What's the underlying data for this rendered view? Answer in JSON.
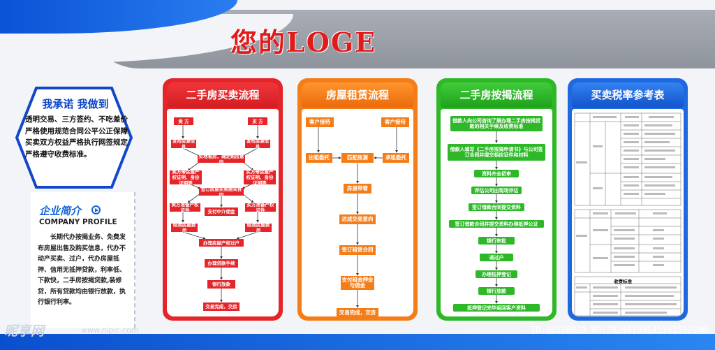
{
  "header": {
    "title": "您的LOGE"
  },
  "promise": {
    "title": "我承诺 我做到",
    "text": "透明交易、三方签约、不吃差价严格使用规范合同公平公正保障买卖双方权益严格执行网签规定严格遵守收费标准。"
  },
  "profile": {
    "title": "企业简介",
    "subtitle": "COMPANY PROFILE",
    "text": "长期代办按揭业务、免费发布房屋出售及购买信息，代办不动产买卖、过户，代办房屋抵押、信用无抵押贷款，利率低、下款快，二手房按揭贷款,装修贷，所有贷款均由银行放款，执行银行利率。"
  },
  "cards": {
    "sale": {
      "title": "二手房买卖流程",
      "seller": "卖 方",
      "buyer": "买 方",
      "seller_post": "发布房源信息",
      "buyer_post": "发布房源信息",
      "survey": "实地看房，确定购房意向",
      "seller_docs": "卖方带房屋产权证明、身份证明等",
      "buyer_docs": "买方带房屋产权证明、身份证明等",
      "sign": "签订房屋买卖居间合同",
      "seller_prep": "卖方准备产权证件",
      "buyer_prep": "买方准备产权证件",
      "deposit": "支付中介佣金",
      "seller_fee": "结清房屋费用",
      "buyer_fee": "结清房屋费用",
      "transfer": "办理房屋产权过户",
      "loan": "办理贷款手续",
      "bank": "银行放款",
      "done": "交易完成，交房"
    },
    "rent": {
      "title": "房屋租赁流程",
      "client_left": "客户接待",
      "client_right": "客户接待",
      "lease_out": "出租委托",
      "match": "匹配房源",
      "lease_in": "承租委托",
      "viewing": "房屋带看",
      "intent": "达成交易意向",
      "contract": "签订租赁合同",
      "pay": "支付租金押金与佣金",
      "done": "交易完成，交房"
    },
    "mortgage": {
      "title": "二手房按揭流程",
      "steps": [
        "借款人向公司咨询了解办理二手房按揭贷款的相关手续及收费标准",
        "借款人填写《二手房按揭申请书》与公司签订合同并提交相应证件和材料",
        "资料齐全初审",
        "评估公司出现场评估",
        "签订借款合同提交资料",
        "签订借款合同并提交资料办理抵押公证",
        "银行审批",
        "递过户",
        "办理抵押登记",
        "银行放款",
        "抵押登记完毕返回客户资料"
      ]
    },
    "tax": {
      "title": "买卖税率参考表",
      "fee_title": "收费标准"
    }
  },
  "footer": {
    "watermark": "昵享网",
    "watermark_url": "www.nipic.com",
    "id": "ID:35120029 NO:20240109145533592100"
  },
  "colors": {
    "red": "#e4262a",
    "orange": "#f57d18",
    "green": "#2eb828",
    "blue": "#1f69e0",
    "title_red": "#e11a1a"
  }
}
